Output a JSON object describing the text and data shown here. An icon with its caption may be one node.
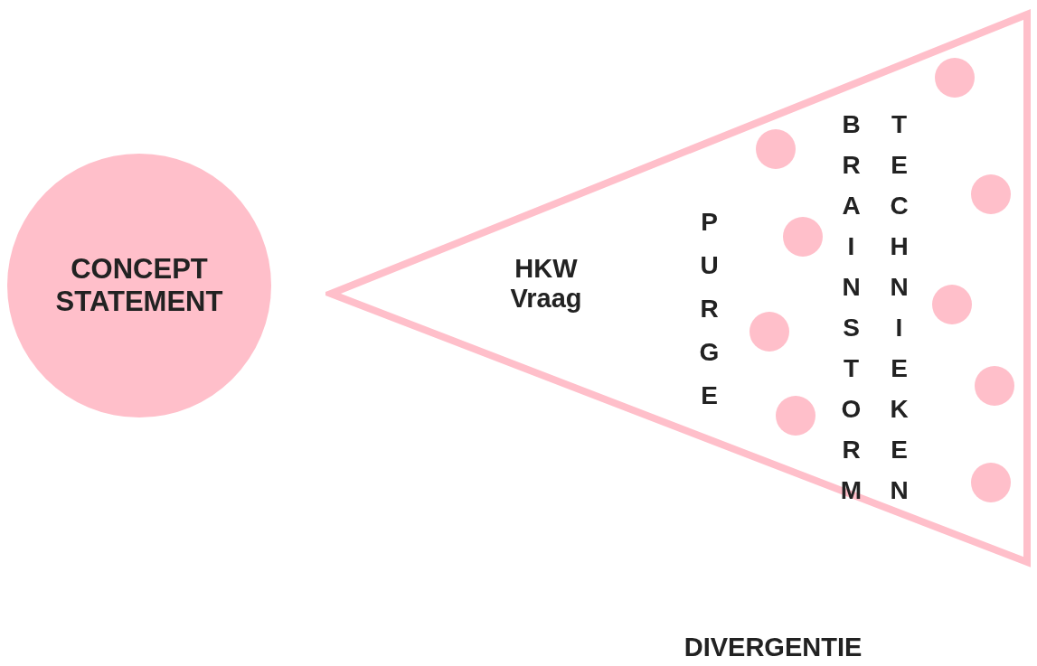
{
  "diagram": {
    "nodes": [
      {
        "text": [
          "CONCEPT STATEMENT"
        ]
      },
      {
        "text": [
          "HKW Vraag",
          "PURGE",
          "BRAINSTORM",
          "TECHNIEKEN"
        ],
        "beside": [
          "DIVERGENTIE"
        ]
      },
      {
        "text": [],
        "shape": "circle",
        "in": 1
      },
      {
        "text": [],
        "shape": "circle",
        "in": 1
      },
      {
        "text": [],
        "shape": "circle",
        "in": 1
      },
      {
        "text": [],
        "shape": "circle",
        "in": 1
      },
      {
        "text": [],
        "shape": "circle",
        "in": 1
      },
      {
        "text": [],
        "shape": "circle",
        "in": 1
      },
      {
        "text": [],
        "shape": "circle",
        "in": 1
      },
      {
        "text": [],
        "shape": "circle",
        "in": 1
      },
      {
        "text": [],
        "shape": "circle",
        "in": 1
      }
    ],
    "edges": []
  }
}
